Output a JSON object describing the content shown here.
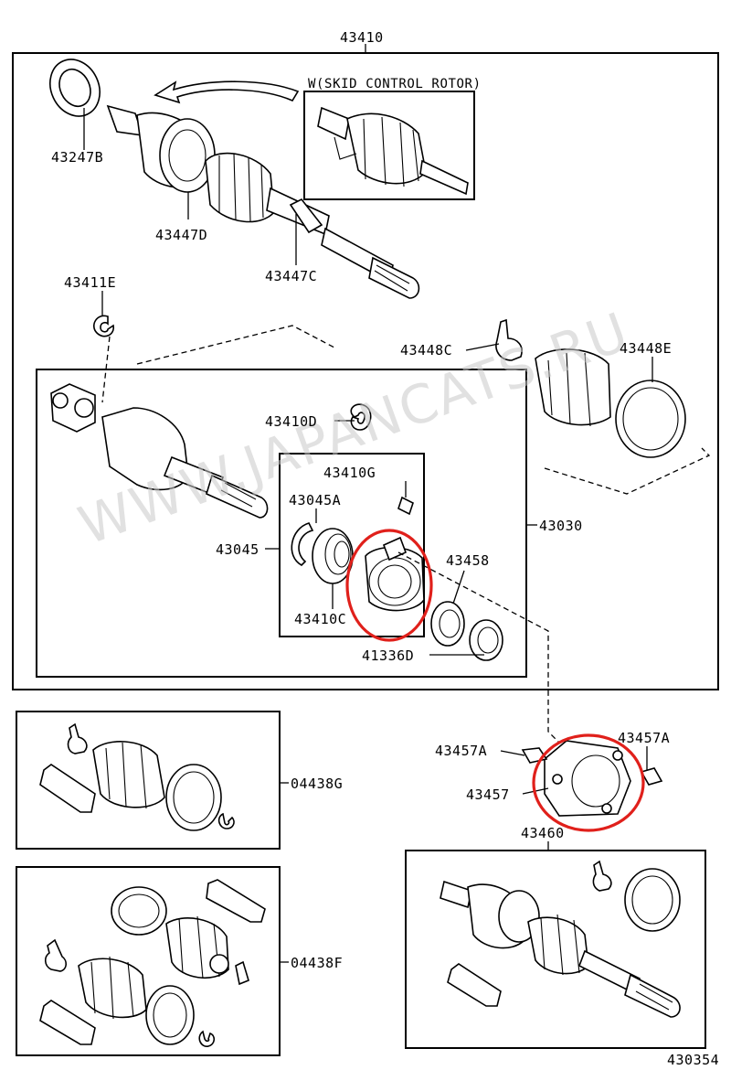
{
  "watermark": "WWW.JAPANCATS.RU",
  "figure_code": "430354",
  "labels": {
    "p43410": "43410",
    "skid_note": "W(SKID CONTROL ROTOR)",
    "p43247B": "43247B",
    "p43447D": "43447D",
    "p43447C": "43447C",
    "p43411E": "43411E",
    "p43448C": "43448C",
    "p43448E": "43448E",
    "p43410D": "43410D",
    "p43410G": "43410G",
    "p43045A": "43045A",
    "p43045": "43045",
    "p43030": "43030",
    "p43458": "43458",
    "p43410C": "43410C",
    "p41336D": "41336D",
    "p43457A_left": "43457A",
    "p43457A_right": "43457A",
    "p43457": "43457",
    "p43460": "43460",
    "p04438G": "04438G",
    "p04438F": "04438F"
  }
}
